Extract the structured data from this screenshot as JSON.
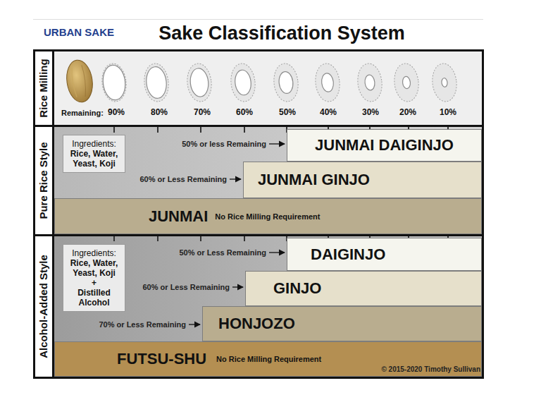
{
  "diagram": {
    "title": "Sake Classification System",
    "nodes": [
      {
        "text": [
          "Rice Milling"
        ]
      },
      {
        "text": [
          "Pure Rice Style"
        ]
      },
      {
        "text": [
          "Ingredients:",
          "Rice, Water, Yeast, Koji"
        ],
        "in": 1
      },
      {
        "text": [
          "JUNMAI DAIGINJO"
        ],
        "in": 1
      },
      {
        "text": [
          "JUNMAI GINJO"
        ],
        "in": 1
      },
      {
        "text": [
          "JUNMAI",
          "No Rice Milling Requirement"
        ],
        "in": 1
      },
      {
        "text": [
          "Alcohol-Added Style"
        ]
      },
      {
        "text": [
          "Ingredients:",
          "Rice, Water, Yeast, Koji",
          "+",
          "Distilled Alcohol"
        ],
        "in": 6
      },
      {
        "text": [
          "DAIGINJO"
        ],
        "in": 6
      },
      {
        "text": [
          "GINJO"
        ],
        "in": 6
      },
      {
        "text": [
          "HONJOZO"
        ],
        "in": 6
      },
      {
        "text": [
          "FUTSU-SHU",
          "No Rice Milling Requirement"
        ],
        "in": 6
      }
    ],
    "labels": [
      "URBAN SAKE",
      "Remaining:",
      "90%",
      "80%",
      "70%",
      "60%",
      "50%",
      "40%",
      "30%",
      "20%",
      "10%",
      "50% or less Remaining",
      "60% or Less Remaining",
      "50% or Less Remaining",
      "60% or Less Remaining",
      "70% or Less Remaining",
      "© 2015-2020 Timothy Sullivan"
    ]
  }
}
